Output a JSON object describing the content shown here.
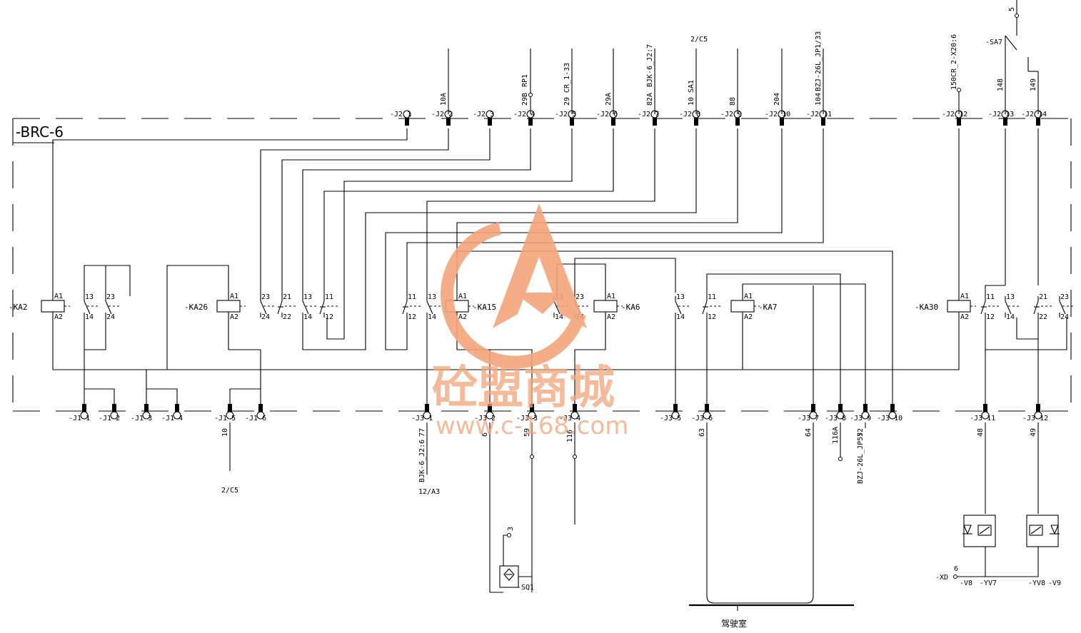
{
  "title_box": "-BRC-6",
  "relays": {
    "ka2": "-KA2",
    "ka26": "-KA26",
    "ka15": "-KA15",
    "ka6": "-KA6",
    "ka7": "-KA7",
    "ka30": "-KA30"
  },
  "top_connector": {
    "pins": [
      "-J2 1",
      "-J2 2",
      "-J2 3",
      "-J2 4",
      "-J2 5",
      "-J2 6",
      "-J2 7",
      "-J2 8",
      "-J2 9",
      "-J2 10",
      "-J2 11",
      "-J2 12",
      "-J2 13",
      "-J2 14"
    ],
    "wires": [
      "10A",
      "29B",
      "RP1",
      "29",
      "CR_1-33",
      "29A",
      "82A",
      "BJK-6_J2:7",
      "10",
      "SA1",
      "88",
      "204",
      "104",
      "BZJ-26L_JP1/33",
      "150",
      "CR_2-X20:6",
      "148",
      "149"
    ],
    "ref_2c5": "2/C5",
    "sa7": "-SA7",
    "sa7_num": "5"
  },
  "bottom_connector": {
    "j1_pins": [
      "-J1 1",
      "-J1 2",
      "-J1 3",
      "-J1 4",
      "-J1 5",
      "-J1 6"
    ],
    "j3_pins": [
      "-J3 1",
      "-J3 2",
      "-J3 3",
      "-J3 4",
      "-J3 5",
      "-J3 6",
      "-J3 7",
      "-J3 8",
      "-J3 9",
      "-J3 10",
      "-J3 11",
      "-J3 12"
    ],
    "wires": [
      "10",
      "77",
      "BJK-6_J2:6",
      "6",
      "59",
      "116",
      "63",
      "64",
      "116A",
      "52",
      "BZJ-26L_JP57",
      "48",
      "49"
    ],
    "ref_2c5": "2/C5",
    "ref_12a3": "12/A3"
  },
  "field_devices": {
    "sq1": "-SQ1",
    "sq1_num": "3",
    "xd": "-XD",
    "xd_num": "6",
    "v8": "-V8",
    "yv7": "-YV7",
    "yv8": "-YV8",
    "v9": "-V9",
    "cab": "驾驶室"
  },
  "watermark": {
    "text": "砼盟商城",
    "url": "www.c-168.com",
    "color": "#f3a57b"
  }
}
